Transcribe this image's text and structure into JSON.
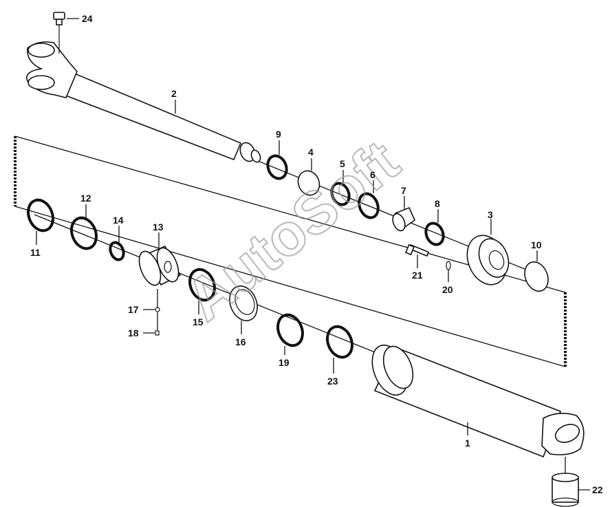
{
  "watermark": "AutoSoft",
  "callouts": [
    "24",
    "2",
    "9",
    "4",
    "5",
    "6",
    "7",
    "8",
    "3",
    "10",
    "21",
    "20",
    "11",
    "12",
    "14",
    "13",
    "17",
    "18",
    "15",
    "16",
    "19",
    "23",
    "1",
    "22"
  ]
}
